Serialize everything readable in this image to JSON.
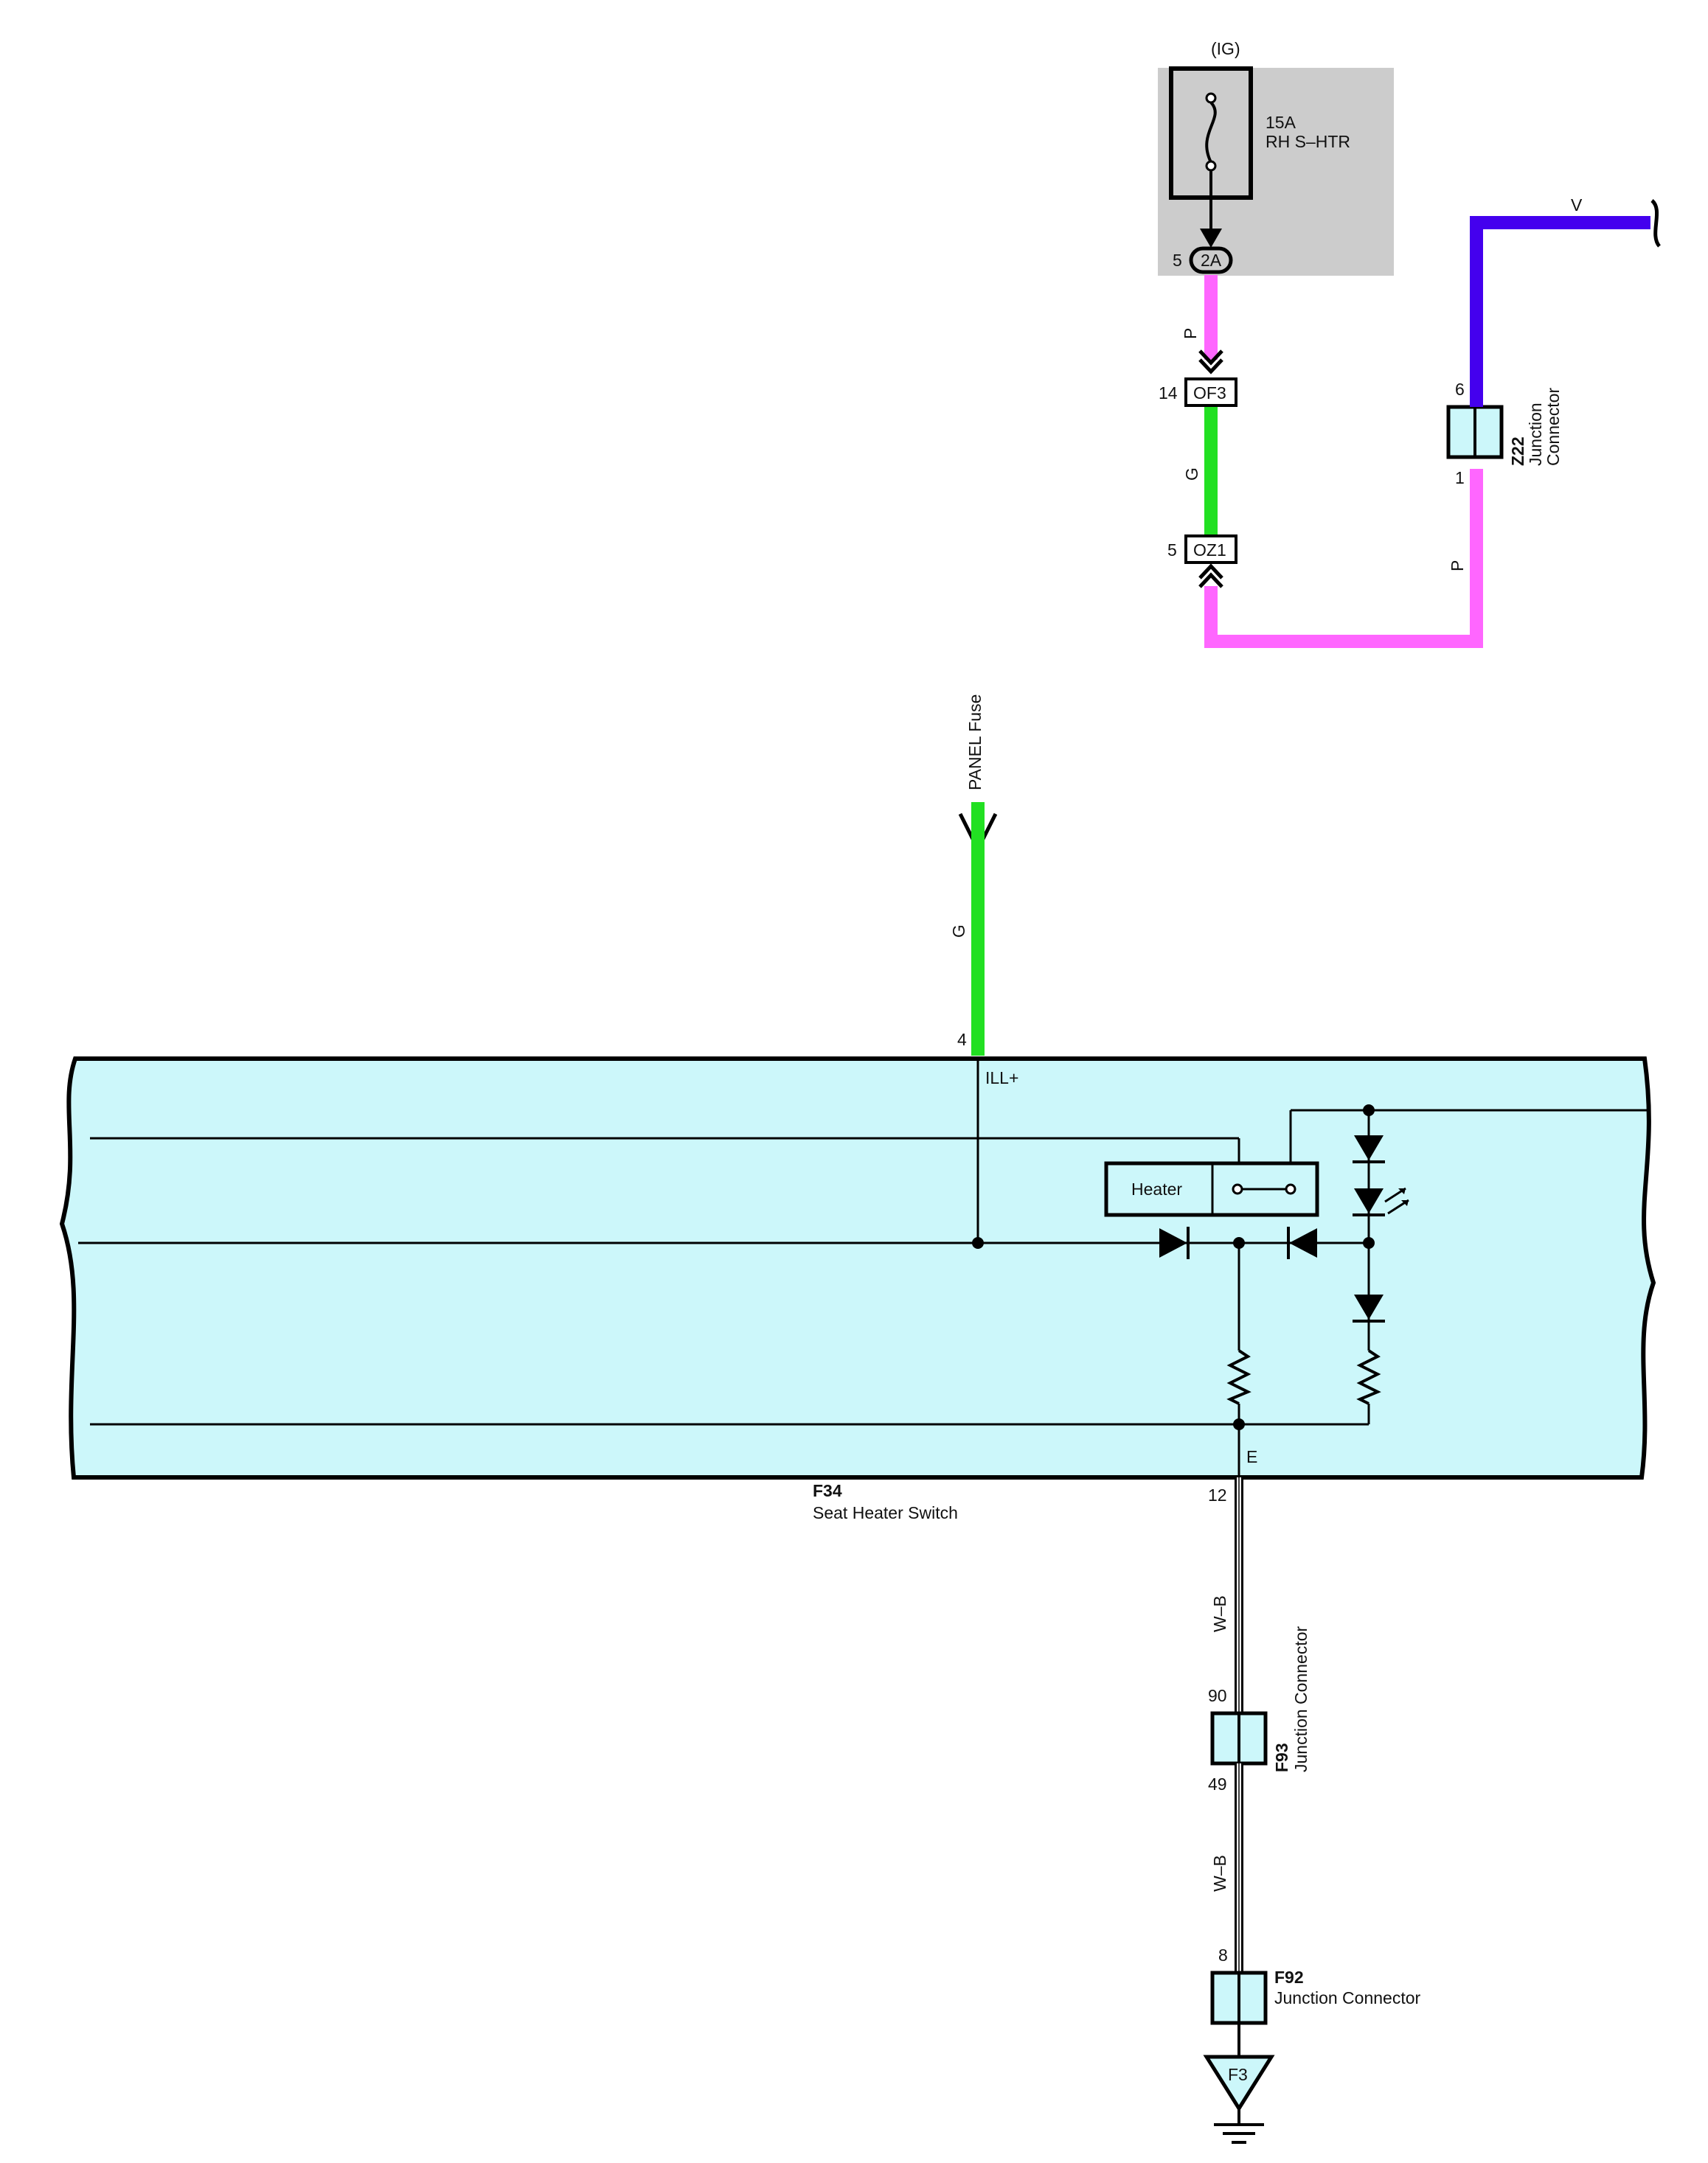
{
  "fuse": {
    "supply": "(IG)",
    "rating": "15A",
    "name": "RH S–HTR",
    "connector": "2A",
    "pin": "5"
  },
  "connectors": {
    "of3": {
      "code": "OF3",
      "pin": "14"
    },
    "oz1": {
      "code": "OZ1",
      "pin": "5"
    },
    "z22": {
      "code": "Z22",
      "desc": "Junction\nConnector",
      "pin_top": "6",
      "pin_bottom": "1"
    },
    "f93": {
      "code": "F93",
      "desc": "Junction Connector",
      "pin_top": "90",
      "pin_bottom": "49"
    },
    "f92": {
      "code": "F92",
      "desc": "Junction Connector",
      "pin_top": "8"
    }
  },
  "wires": {
    "pink_fuse": "P",
    "green_upper": "G",
    "pink_lower": "P",
    "violet": "V",
    "green_panel": "G",
    "wb_upper": "W–B",
    "wb_lower": "W–B"
  },
  "panel": {
    "label": "PANEL Fuse"
  },
  "switch": {
    "code": "F34",
    "name": "Seat Heater Switch",
    "heater_label": "Heater",
    "pin_ill": "4",
    "term_ill": "ILL+",
    "term_e": "E",
    "pin_e": "12"
  },
  "ground": {
    "code": "F3"
  },
  "colors": {
    "pink": "#ff66ff",
    "green": "#22e022",
    "violet": "#4400ee",
    "fill": "#ccf7fa",
    "fuse_box": "#cccccc"
  }
}
